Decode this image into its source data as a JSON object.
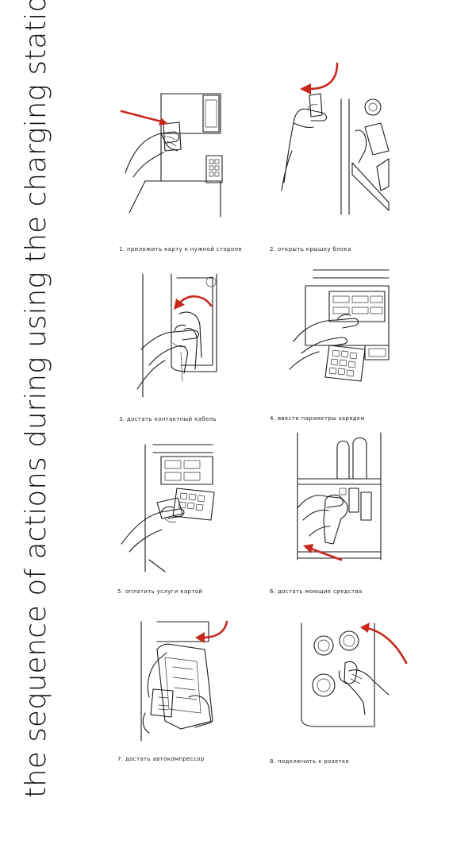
{
  "title": "the sequence of actions during using the charging station",
  "accent_color": "#c8281e",
  "steps": [
    {
      "caption": "1. приложить карту к нужной стороне"
    },
    {
      "caption": "2. открыть крышку блока"
    },
    {
      "caption": "3. достать контактный кабель"
    },
    {
      "caption": "4. ввести параметры зарядки"
    },
    {
      "caption": "5. оплатить услуги картой"
    },
    {
      "caption": "6. достать моющие средства"
    },
    {
      "caption": "7. достать автокомпрессор"
    },
    {
      "caption": "8. подключить к розетке"
    }
  ]
}
